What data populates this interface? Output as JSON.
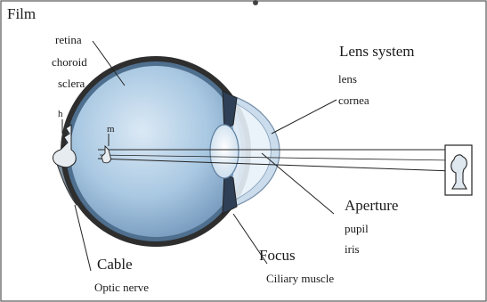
{
  "headings": {
    "film": "Film",
    "lens_system": "Lens system",
    "aperture": "Aperture",
    "focus": "Focus",
    "cable": "Cable"
  },
  "parts": {
    "retina": "retina",
    "choroid": "choroid",
    "sclera": "sclera",
    "lens": "lens",
    "cornea": "cornea",
    "pupil": "pupil",
    "iris": "iris",
    "ciliary_muscle": "Ciliary muscle",
    "optic_nerve": "Optic nerve"
  },
  "image_labels": {
    "h": "h",
    "m": "m"
  },
  "colors": {
    "eye_fill": "#a9c8e2",
    "eye_light": "#dbe9f5",
    "outline": "#1e1e1e",
    "lens": "#e6f0f8",
    "cornea": "#c9dcec",
    "shell": "#3a3a3a"
  }
}
